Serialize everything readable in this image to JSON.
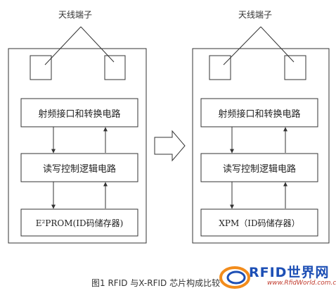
{
  "left_diagram": {
    "antenna_label": "天线端子",
    "rf_block": "射频接口和转换电路",
    "logic_block": "读写控制逻辑电路",
    "memory_block": "E²PROM(ID码储存器)"
  },
  "right_diagram": {
    "antenna_label": "天线端子",
    "rf_block": "射频接口和转换电路",
    "logic_block": "读写控制逻辑电路",
    "memory_block": "XPM（ID码储存器）"
  },
  "caption": "图1  RFID 与X-RFID 芯片构成比较",
  "watermark": {
    "main": "RFID世界网",
    "url": "www.RfidWorld.com.cn"
  },
  "colors": {
    "line": "#333333",
    "logo_blue": "#1d4fb5",
    "logo_orange": "#f28c1c",
    "logo_red": "#c0392b"
  }
}
